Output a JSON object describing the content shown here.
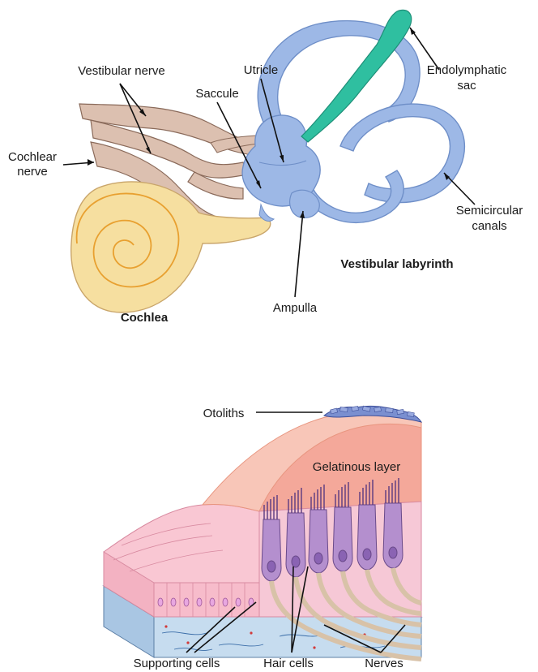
{
  "ear_diagram": {
    "labels": {
      "vestibular_nerve": "Vestibular nerve",
      "cochlear_nerve_line1": "Cochlear",
      "cochlear_nerve_line2": "nerve",
      "saccule": "Saccule",
      "utricle": "Utricle",
      "endolymphatic_line1": "Endolymphatic",
      "endolymphatic_line2": "sac",
      "semicircular_line1": "Semicircular",
      "semicircular_line2": "canals",
      "vestibular_labyrinth": "Vestibular labyrinth",
      "ampulla": "Ampulla",
      "cochlea": "Cochlea"
    },
    "colors": {
      "labyrinth": "#9db8e6",
      "labyrinth_outline": "#6f8fc8",
      "endolymphatic_sac": "#2fbfa0",
      "nerve": "#dcc0b0",
      "cochlea": "#f6dfa0",
      "cochlea_spiral": "#e8a030"
    }
  },
  "macula_diagram": {
    "labels": {
      "otoliths": "Otoliths",
      "gelatinous_layer": "Gelatinous layer",
      "supporting_cells": "Supporting cells",
      "hair_cells": "Hair cells",
      "nerves": "Nerves"
    },
    "colors": {
      "gelatinous": "#f4a89a",
      "supporting_cells": "#f9c7d3",
      "hair_cells": "#b48fce",
      "otoliths": "#7a8fd0",
      "connective": "#c6dcef",
      "nerves": "#d8c2a8"
    }
  }
}
